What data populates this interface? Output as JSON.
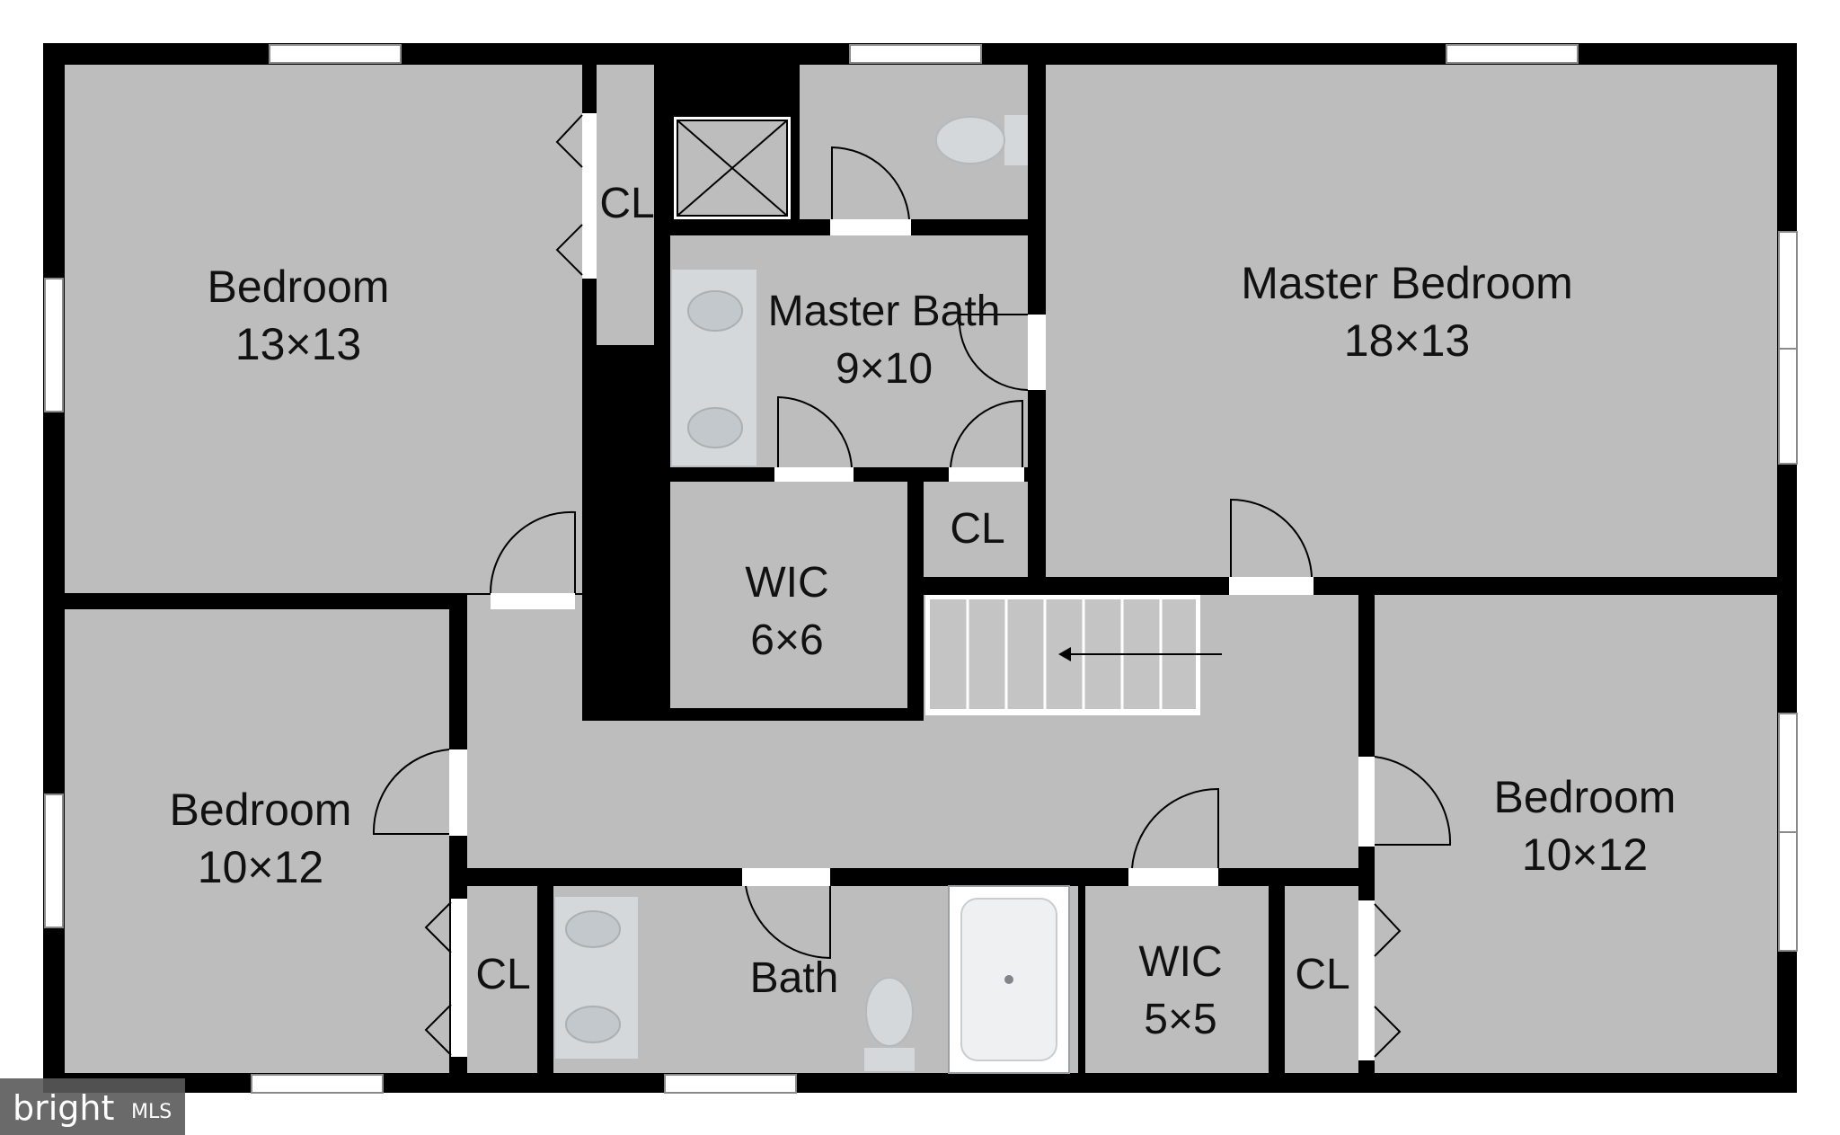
{
  "rooms": {
    "bedroom_nw": {
      "name": "Bedroom",
      "size": "13×13"
    },
    "closet_nw": {
      "name": "CL"
    },
    "master_bath": {
      "name": "Master Bath",
      "size": "9×10"
    },
    "master_bedroom": {
      "name": "Master Bedroom",
      "size": "18×13"
    },
    "closet_master": {
      "name": "CL"
    },
    "wic_master": {
      "name": "WIC",
      "size": "6×6"
    },
    "bedroom_sw": {
      "name": "Bedroom",
      "size": "10×12"
    },
    "closet_sw": {
      "name": "CL"
    },
    "bath": {
      "name": "Bath"
    },
    "wic_se": {
      "name": "WIC",
      "size": "5×5"
    },
    "closet_se": {
      "name": "CL"
    },
    "bedroom_se": {
      "name": "Bedroom",
      "size": "10×12"
    }
  },
  "watermark": {
    "brand": "bright",
    "suffix": "MLS"
  },
  "colors": {
    "floor": "#bdbdbd",
    "wall": "#000000",
    "window": "#ffffff",
    "fixture": "#d8dde0"
  }
}
